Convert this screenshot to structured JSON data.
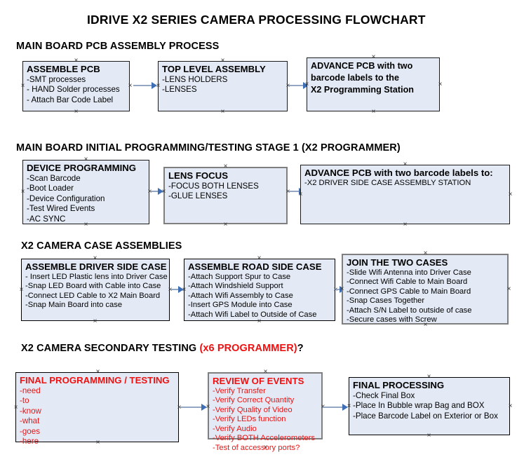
{
  "document": {
    "title": "IDRIVE X2  SERIES CAMERA PROCESSING FLOWCHART"
  },
  "sections": [
    {
      "id": "main-board-pcb-assembly",
      "heading": "MAIN BOARD PCB ASSEMBLY PROCESS",
      "heading_red": "",
      "heading_tail": "",
      "boxes": [
        {
          "id": "assemble-pcb",
          "title": "ASSEMBLE PCB",
          "lines": [
            "-SMT processes",
            "- HAND Solder processes",
            "- Attach Bar Code Label"
          ]
        },
        {
          "id": "top-level-assembly",
          "title": "TOP LEVEL ASSEMBLY",
          "lines": [
            "-LENS HOLDERS",
            "-LENSES"
          ]
        },
        {
          "id": "advance-pcb-to-programming-station",
          "title": "",
          "lines": [
            "ADVANCE PCB with two",
            "barcode labels to the",
            " X2 Programming Station"
          ]
        }
      ]
    },
    {
      "id": "main-board-initial-programming",
      "heading": "MAIN BOARD INITIAL PROGRAMMING/TESTING STAGE 1 (X2 PROGRAMMER)",
      "heading_red": "",
      "heading_tail": "",
      "boxes": [
        {
          "id": "device-programming",
          "title": "DEVICE PROGRAMMING",
          "lines": [
            "-Scan Barcode",
            "-Boot Loader",
            "-Device Configuration",
            "-Test Wired Events",
            "-AC SYNC"
          ]
        },
        {
          "id": "lens-focus",
          "title": "LENS FOCUS",
          "lines": [
            "-FOCUS BOTH LENSES",
            "-GLUE LENSES"
          ]
        },
        {
          "id": "advance-pcb-to-driver-side-case",
          "title": "ADVANCE PCB with two barcode labels to:",
          "lines": [
            "-X2 DRIVER  SIDE  CASE  ASSEMBLY STATION"
          ]
        }
      ]
    },
    {
      "id": "x2-camera-case-assemblies",
      "heading": "X2 CAMERA CASE ASSEMBLIES",
      "heading_red": "",
      "heading_tail": "",
      "boxes": [
        {
          "id": "assemble-driver-side-case",
          "title": "ASSEMBLE DRIVER SIDE CASE",
          "lines": [
            "- Insert LED Plastic lens into Driver Case",
            "-Snap LED Board with Cable into Case",
            "-Connect LED Cable to X2 Main Board",
            "-Snap Main Board into case"
          ]
        },
        {
          "id": "assemble-road-side-case",
          "title": "ASSEMBLE ROAD SIDE CASE",
          "lines": [
            "-Attach Support Spur to Case",
            "-Attach Windshield Support",
            "-Attach Wifi Assembly to Case",
            "-Insert GPS Module into Case",
            "-Attach Wifi Label to Outside of Case"
          ]
        },
        {
          "id": "join-the-two-cases",
          "title": "JOIN THE TWO CASES",
          "lines": [
            "-Slide Wifi Antenna into Driver Case",
            "-Connect Wifi Cable to Main Board",
            "-Connect GPS Cable to Main Board",
            "-Snap Cases Together",
            "-Attach S/N Label to outside of case",
            "-Secure cases with Screw"
          ]
        }
      ]
    },
    {
      "id": "x2-camera-secondary-testing",
      "heading": "X2 CAMERA SECONDARY TESTING ",
      "heading_red": "(x6 PROGRAMMER)",
      "heading_tail": "?",
      "boxes": [
        {
          "id": "final-programming-testing",
          "title": "FINAL PROGRAMMING / TESTING",
          "lines": [
            "-need",
            "-to",
            "-know",
            "-what",
            "-goes",
            "-here"
          ]
        },
        {
          "id": "review-of-events",
          "title": "REVIEW OF EVENTS",
          "lines": [
            "-Verify Transfer",
            "-Verify Correct Quantity",
            "-Verify Quality of Video",
            "-Verify LEDs function",
            "-Verify Audio",
            "-Verify BOTH Accelerometers",
            "-Test of accessory ports?"
          ]
        },
        {
          "id": "final-processing",
          "title": "FINAL PROCESSING",
          "lines": [
            " -Check Final Box",
            "-Place In Bubble wrap Bag and BOX",
            "-Place Barcode Label on Exterior or Box"
          ]
        }
      ]
    }
  ],
  "colors": {
    "box_fill": "#e3eaf5",
    "box_border_dark": "#1a1a1a",
    "box_border_gray": "#7f7f7f",
    "arrow_shaft": "#93a7c4",
    "arrow_head": "#3f6fb5",
    "accent_red": "#ee1111",
    "text": "#000000"
  },
  "connectors": [
    {
      "id": "arrow-pcb-to-top-level"
    },
    {
      "id": "arrow-top-level-to-advance"
    },
    {
      "id": "arrow-device-to-lens-focus"
    },
    {
      "id": "arrow-lens-focus-to-advance"
    },
    {
      "id": "arrow-driver-case-to-road-case"
    },
    {
      "id": "arrow-road-case-to-join"
    },
    {
      "id": "arrow-final-prog-to-review"
    },
    {
      "id": "arrow-review-to-final-processing"
    }
  ]
}
